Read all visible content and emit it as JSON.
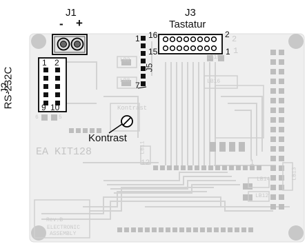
{
  "connectors": {
    "j1": {
      "name": "J1",
      "minus": "-",
      "plus": "+"
    },
    "j3": {
      "name": "J3",
      "subtitle": "Tastatur",
      "pin16": "16",
      "pin2": "2",
      "pin15": "15",
      "pin1": "1"
    },
    "j5": {
      "name": "J5",
      "pin1": "1",
      "pin7": "7"
    },
    "j2": {
      "name": "J2",
      "subtitle": "RS-232C",
      "pin1": "1",
      "pin2": "2",
      "pin9": "9",
      "pin10": "10"
    }
  },
  "contrast": {
    "callout": "Kontrast",
    "silk": "Kontrast"
  },
  "board_silkscreen": {
    "title": "EA KIT128",
    "rev": "Rev.B",
    "maker_line1": "ELECTRONIC",
    "maker_line2": "ASSEMBLY",
    "lb_labels": [
      "LB2",
      "LB8",
      "LB15",
      "LB16",
      "LB11",
      "LB13",
      "LB14",
      "LB12"
    ],
    "other_marks": [
      "2",
      "1",
      "12",
      "1",
      "6",
      "5"
    ]
  },
  "colors": {
    "board": "#efefef",
    "trace": "#d4d4d4",
    "pad": "#222222",
    "silk": "#c9c9c9"
  }
}
